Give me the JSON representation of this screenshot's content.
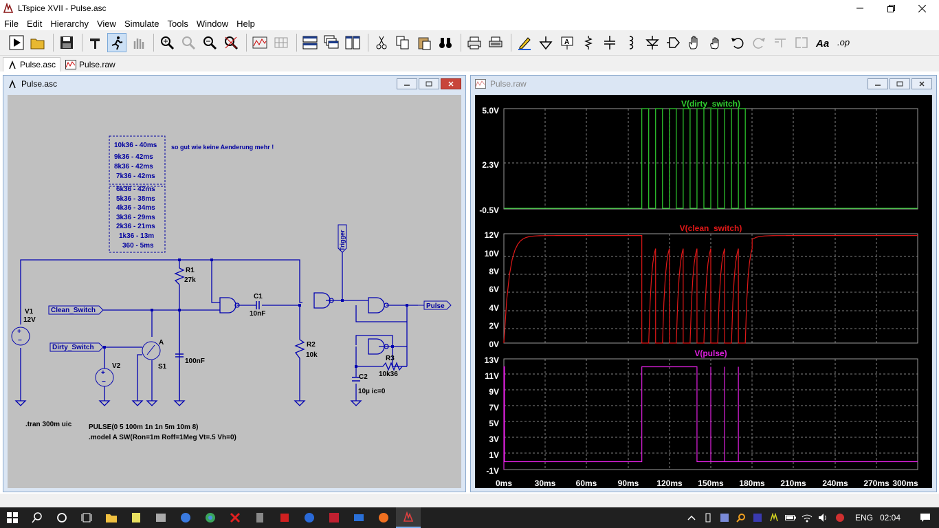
{
  "window": {
    "title": "LTspice XVII - Pulse.asc"
  },
  "menu": [
    "File",
    "Edit",
    "Hierarchy",
    "View",
    "Simulate",
    "Tools",
    "Window",
    "Help"
  ],
  "tabs": [
    {
      "label": "Pulse.asc",
      "active": true
    },
    {
      "label": "Pulse.raw",
      "active": false
    }
  ],
  "schematic": {
    "title": "Pulse.asc",
    "notes": {
      "group1": [
        "10k36 - 40ms",
        "9k36 - 42ms",
        "8k36 - 42ms",
        "7k36 - 42ms"
      ],
      "comment": "so gut wie keine Aenderung mehr !",
      "group2": [
        "6k36 - 42ms",
        "5k36 - 38ms",
        "4k36 - 34ms",
        "3k36 - 29ms",
        "2k36 - 21ms",
        "1k36 - 13m",
        "360 - 5ms"
      ]
    },
    "labels": {
      "v1": "V1",
      "v1_val": "12V",
      "r1": "R1",
      "r1_val": "27k",
      "c1": "C1",
      "c1_val": "10nF",
      "r2": "R2",
      "r2_val": "10k",
      "r3": "R3",
      "r3_val": "10k36",
      "c2": "C2",
      "c2_val": "10µ ic=0",
      "v2": "V2",
      "s1": "S1",
      "s1_model": "A",
      "c_switch_val": "100nF",
      "clean_switch": "Clean_Switch",
      "dirty_switch": "Dirty_Switch",
      "trigger": "Trigger",
      "pulse": "Pulse"
    },
    "directives": {
      "tran": ".tran 300m uic",
      "pulse": "PULSE(0 5 100m 1n 1n 5m 10m 8)",
      "model": ".model A SW(Ron=1m Roff=1Meg Vt=.5 Vh=0)"
    }
  },
  "waveform": {
    "title": "Pulse.raw",
    "x_ticks": [
      "0ms",
      "30ms",
      "60ms",
      "90ms",
      "120ms",
      "150ms",
      "180ms",
      "210ms",
      "240ms",
      "270ms",
      "300ms"
    ],
    "panes": [
      {
        "name": "V(dirty_switch)",
        "color": "#30d030",
        "ticks": [
          "5.0V",
          "2.3V",
          "-0.5V"
        ]
      },
      {
        "name": "V(clean_switch)",
        "color": "#e01818",
        "ticks": [
          "12V",
          "10V",
          "8V",
          "6V",
          "4V",
          "2V",
          "0V"
        ]
      },
      {
        "name": "V(pulse)",
        "color": "#e020e0",
        "ticks": [
          "13V",
          "11V",
          "9V",
          "7V",
          "5V",
          "3V",
          "1V",
          "-1V"
        ]
      }
    ]
  },
  "taskbar": {
    "language": "ENG",
    "clock": "02:04"
  }
}
